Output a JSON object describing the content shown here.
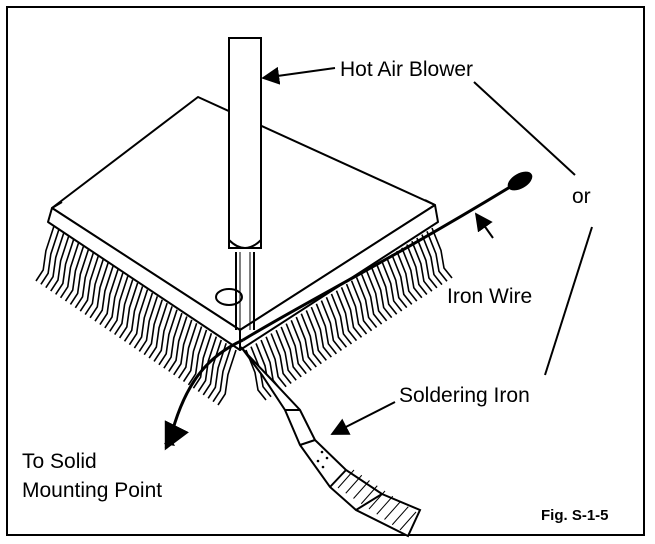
{
  "labels": {
    "hot_air_blower": "Hot Air Blower",
    "or": "or",
    "iron_wire": "Iron Wire",
    "soldering_iron": "Soldering Iron",
    "to_solid_line1": "To Solid",
    "to_solid_line2": "Mounting Point"
  },
  "figure_id": "Fig. S-1-5",
  "colors": {
    "ink": "#000000",
    "paper": "#ffffff"
  }
}
